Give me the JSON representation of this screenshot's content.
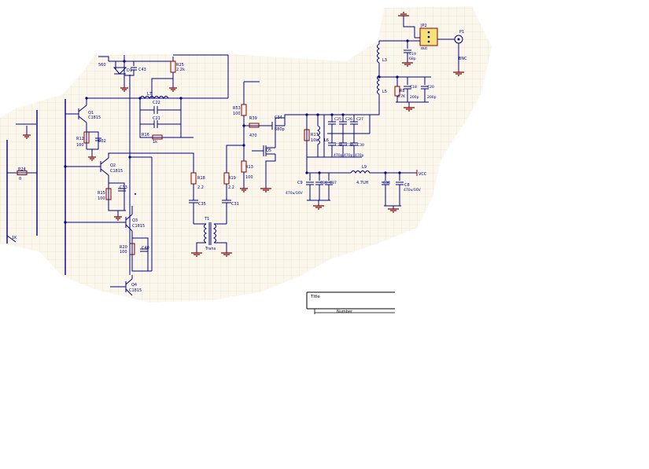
{
  "schematic": {
    "colors": {
      "paper": "#fbf7ec",
      "grid": "#e3dcc6",
      "wire": "#00008b",
      "component": "#8b0000",
      "connector_fill": "#f5e27a"
    },
    "labels": {
      "r_560": "560",
      "d1": "D1",
      "c43": "C43",
      "r25": "R25",
      "r25_val": "2.2k",
      "l7": "L7",
      "c22": "C22",
      "c21": "C21",
      "r16": "R16",
      "r16_val": "1k",
      "q1": "Q1",
      "q1_part": "C1815",
      "r12": "R12",
      "r12_val": "100",
      "c32": "C32",
      "q2": "Q2",
      "q2_part": "C1815",
      "r15": "R15",
      "r15_val": "100",
      "c33": "C33",
      "q3": "Q3",
      "q3_part": "C1815",
      "r20": "R20",
      "r20_val": "100",
      "c40": "C40",
      "q4": "Q4",
      "q4_part": "C1815",
      "r24": "R24",
      "r24_val": "0",
      "r_1k": "1K",
      "r18": "R18",
      "r18_val": "2.2",
      "c35": "C35",
      "t1": "T1",
      "t1_name": "Trans",
      "r19": "R19",
      "r19_val": "2.2",
      "c31": "C31",
      "r53": "R53",
      "r53_val": "100",
      "r39": "R39",
      "r39_val": "470",
      "c34": "C34",
      "c34_val": "680p",
      "r13": "R13",
      "r13_val": "100",
      "q5": "Q5",
      "r17": "R17",
      "r17_val": "10k",
      "l6": "L6",
      "c25": "C25",
      "c26": "C26",
      "c27": "C27",
      "c28": "C28",
      "c29": "C29",
      "c30": "C30",
      "c28_val": "470p",
      "c29_val": "470p",
      "c30_val": "470p",
      "c9": "C9",
      "c9_val": "470u/16V",
      "c36": "C36",
      "c37": "C37",
      "l9": "L9",
      "l9_val": "4.7UH",
      "vcc": "VCC",
      "c38": "C38",
      "c8": "C8",
      "c8_val": "470u/16V",
      "l3": "L3",
      "l5": "L5",
      "r8": "R8",
      "r8_val": "4.7K",
      "c18": "C18",
      "c18_val": "200p",
      "c20": "C20",
      "c20_val": "200p",
      "jp2": "JP2",
      "out": "out",
      "c19": "C19",
      "c19_val": "68p",
      "p1": "P1",
      "bnc": "BNC"
    },
    "title_block": {
      "title": "Title",
      "number": "Number"
    }
  }
}
